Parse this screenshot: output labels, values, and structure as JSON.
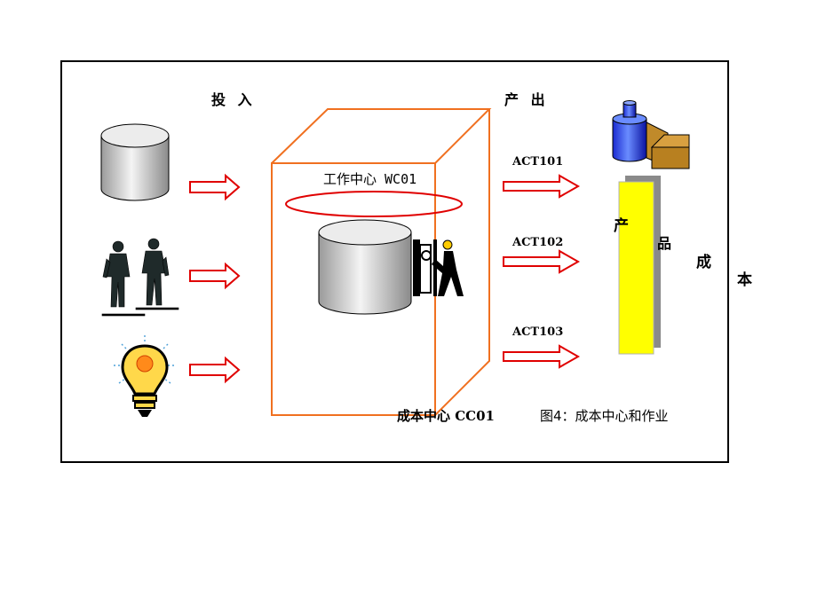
{
  "diagram": {
    "input_header": "投  入",
    "output_header": "产  出",
    "work_center_label": "工作中心 WC01",
    "cost_center_label": "成本中心 CC01",
    "caption": "图4：成本中心和作业",
    "activities": [
      "ACT101",
      "ACT102",
      "ACT103"
    ],
    "product_cost": {
      "char1": "产",
      "char2": "品",
      "char3": "成",
      "char4": "本"
    },
    "inputs": [
      "cylinder-icon",
      "workers-icon",
      "lightbulb-icon"
    ],
    "colors": {
      "box_outline": "#f07020",
      "arrow_red": "#e00000",
      "ellipse_red": "#e00000",
      "product_bar": "#ffff00",
      "frame": "#000000"
    }
  }
}
